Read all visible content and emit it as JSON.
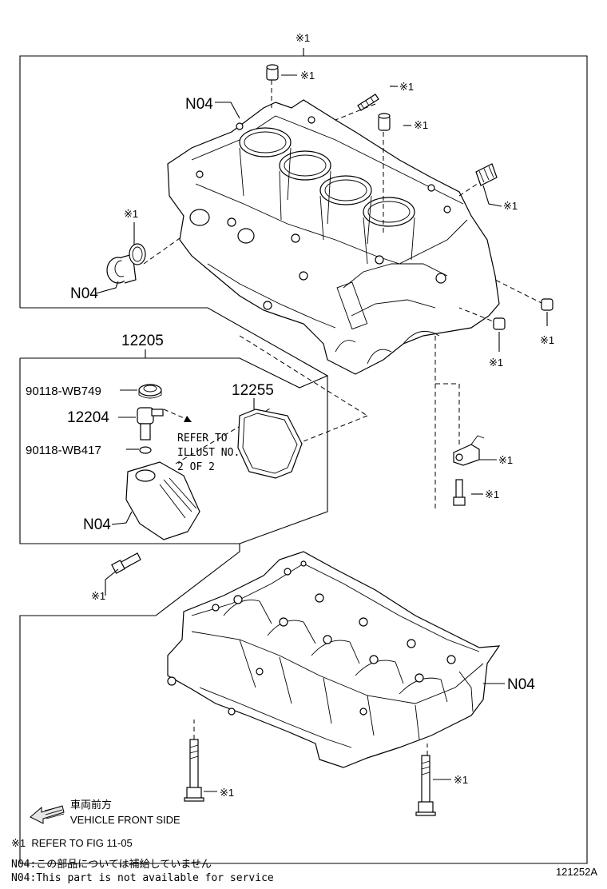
{
  "ref_mark": "※1",
  "labels": {
    "top_ref": "※1",
    "n04": "N04",
    "p12205": "12205",
    "p12255": "12255",
    "p12204": "12204",
    "p90118_wb749": "90118-WB749",
    "p90118_wb417": "90118-WB417",
    "refer_line1": "REFER TO",
    "refer_line2": "ILLUST NO.",
    "refer_line3": "2 OF 2"
  },
  "direction": {
    "jp": "車両前方",
    "en": "VEHICLE FRONT SIDE"
  },
  "notes": {
    "ref_note": "※1  REFER TO FIG 11-05",
    "n04_jp": "N04:この部品については補給していません",
    "n04_en": "N04:This part is not available for service"
  },
  "illustration_id": "121252A"
}
